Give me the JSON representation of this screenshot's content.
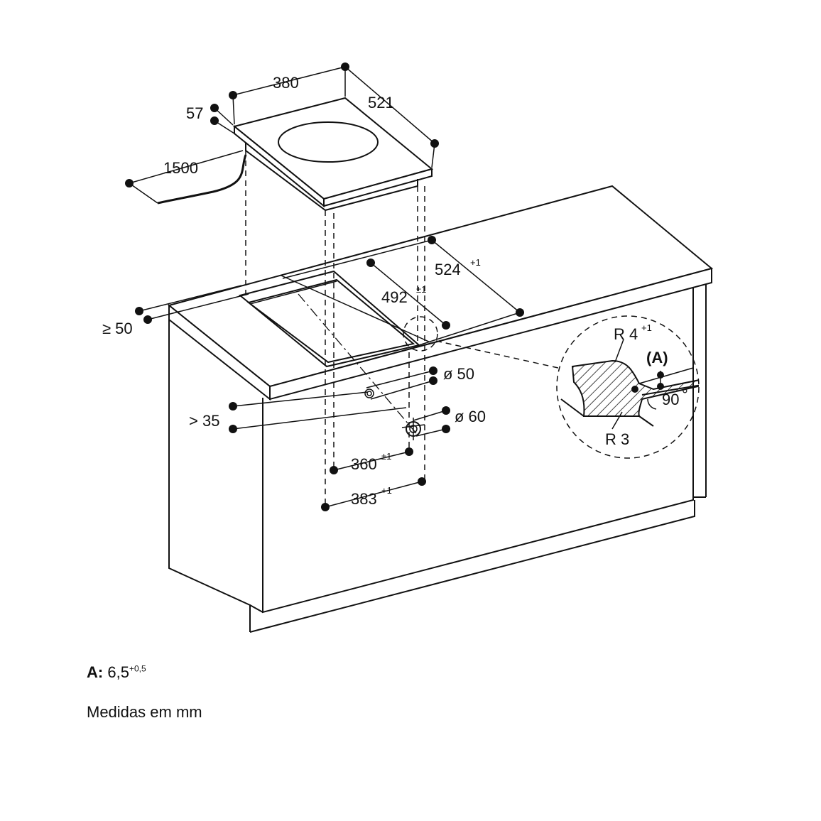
{
  "dimensions": {
    "hob_width": "380",
    "hob_depth": "521",
    "hob_height": "57",
    "cable_length": "1500",
    "cutout_depth": "524",
    "cutout_depth_tol": "+1",
    "cutout_width": "492",
    "cutout_width_tol": "±1",
    "edge_distance": "≥ 50",
    "hole_small": "ø 50",
    "hole_large": "ø 60",
    "min_distance": "> 35",
    "inner_width": "360",
    "inner_width_tol": "±1",
    "outer_width": "383",
    "outer_width_tol": "+1"
  },
  "detail": {
    "radius_top": "R 4",
    "radius_top_tol": "+1",
    "radius_bottom": "R 3",
    "label_a": "(A)",
    "angle": "90",
    "angle_unit": "°"
  },
  "notes": {
    "a_label": "A:",
    "a_value": "6,5",
    "a_tol": "+0,5",
    "units": "Medidas em mm"
  }
}
